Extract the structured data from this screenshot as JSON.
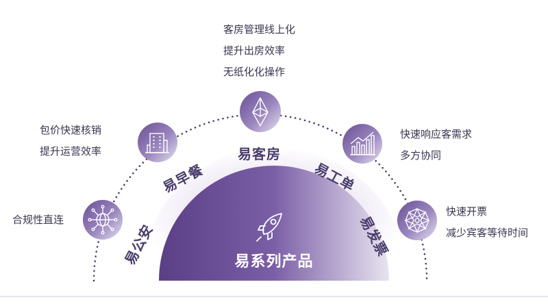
{
  "center": {
    "title": "易系列产品",
    "icon": "rocket-icon"
  },
  "products": [
    {
      "key": "gongan",
      "name": "易公安",
      "icon": "network-globe-icon",
      "descriptions": [
        "合规性直连"
      ]
    },
    {
      "key": "zaocan",
      "name": "易早餐",
      "icon": "building-icon",
      "descriptions": [
        "包价快速核销",
        "提升运营效率"
      ]
    },
    {
      "key": "kefang",
      "name": "易客房",
      "icon": "diamond-icon",
      "descriptions": [
        "客房管理线上化",
        "提升出房效率",
        "无纸化化操作"
      ]
    },
    {
      "key": "gongdan",
      "name": "易工单",
      "icon": "bar-chart-icon",
      "descriptions": [
        "快速响应客需求",
        "多方协同"
      ]
    },
    {
      "key": "fapiao",
      "name": "易发票",
      "icon": "compass-icon",
      "descriptions": [
        "快速开票",
        "减少宾客等待时间"
      ]
    }
  ],
  "colors": {
    "accent": "#7b5fa6",
    "accent_dark": "#5a3f86",
    "accent_light": "#ece8f3",
    "text": "#3a3550"
  }
}
